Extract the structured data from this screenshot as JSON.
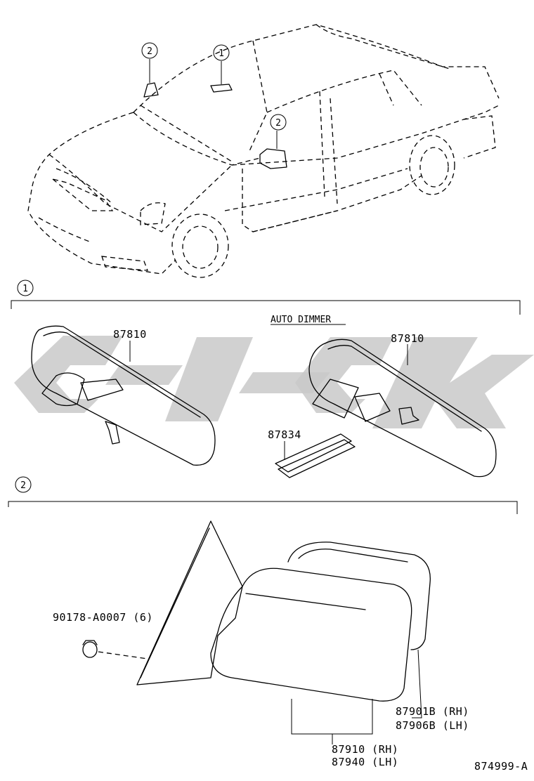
{
  "sections": [
    {
      "number": "1",
      "header_text": "AUTO DIMMER"
    },
    {
      "number": "2"
    }
  ],
  "car_callouts": [
    "2",
    "1",
    "2"
  ],
  "parts": {
    "inner_mirror_left": "87810",
    "inner_mirror_right": "87810",
    "cover": "87834",
    "clip": "90178-A0007 (6)",
    "outer_mirror_glass_rh": "87901B (RH)",
    "outer_mirror_glass_lh": "87906B (LH)",
    "outer_mirror_rh": "87910 (RH)",
    "outer_mirror_lh": "87940 (LH)"
  },
  "figure_code": "874999-A"
}
